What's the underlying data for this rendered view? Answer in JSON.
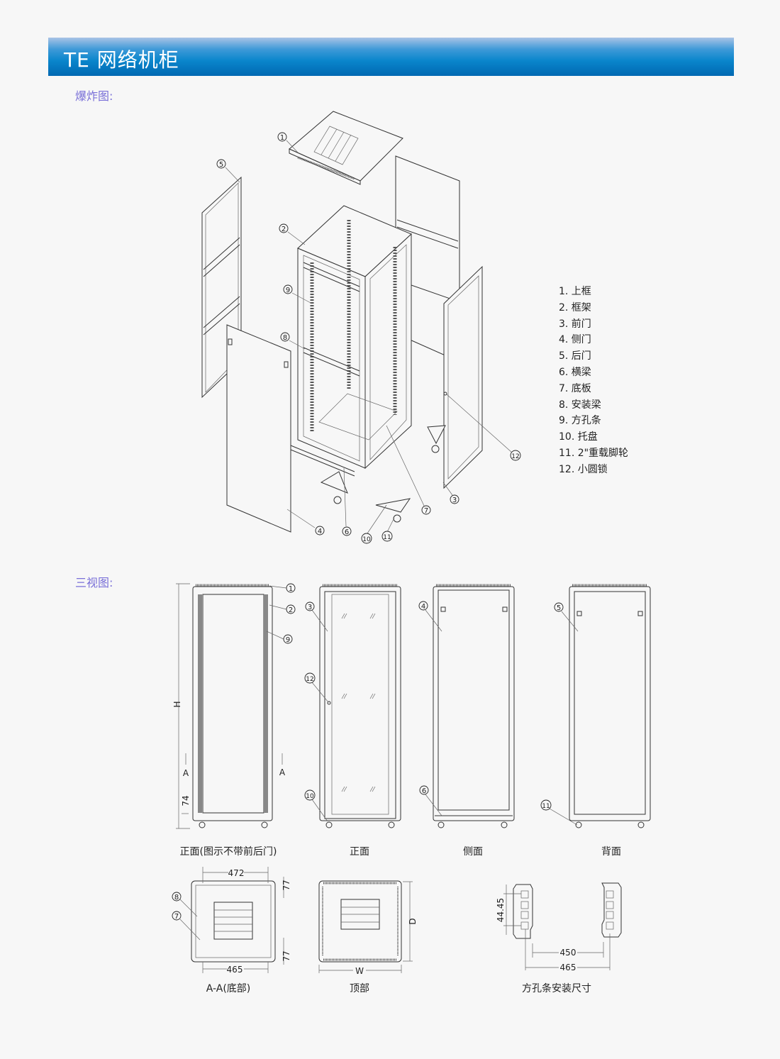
{
  "header": {
    "title": "TE 网络机柜"
  },
  "sections": {
    "exploded": "爆炸图:",
    "three_view": "三视图:"
  },
  "legend": [
    "1. 上框",
    "2. 框架",
    "3. 前门",
    "4. 侧门",
    "5. 后门",
    "6. 横梁",
    "7. 底板",
    "8. 安装梁",
    "9. 方孔条",
    "10. 托盘",
    "11. 2\"重载脚轮",
    "12. 小圆锁"
  ],
  "callouts": [
    "1",
    "2",
    "3",
    "4",
    "5",
    "6",
    "7",
    "8",
    "9",
    "10",
    "11",
    "12"
  ],
  "views": {
    "front_no_door": "正面(图示不带前后门)",
    "front": "正面",
    "side": "侧面",
    "back": "背面",
    "section_aa": "A-A(底部)",
    "top": "顶部",
    "rail": "方孔条安装尺寸"
  },
  "dims": {
    "H": "H",
    "A": "A",
    "h74": "74",
    "w472": "472",
    "w465": "465",
    "d77": "77",
    "D": "D",
    "W": "W",
    "pitch": "44.45",
    "r450": "450",
    "r465": "465"
  },
  "colors": {
    "header_blue": "#0a86cc",
    "section_label": "#7a70d8"
  }
}
